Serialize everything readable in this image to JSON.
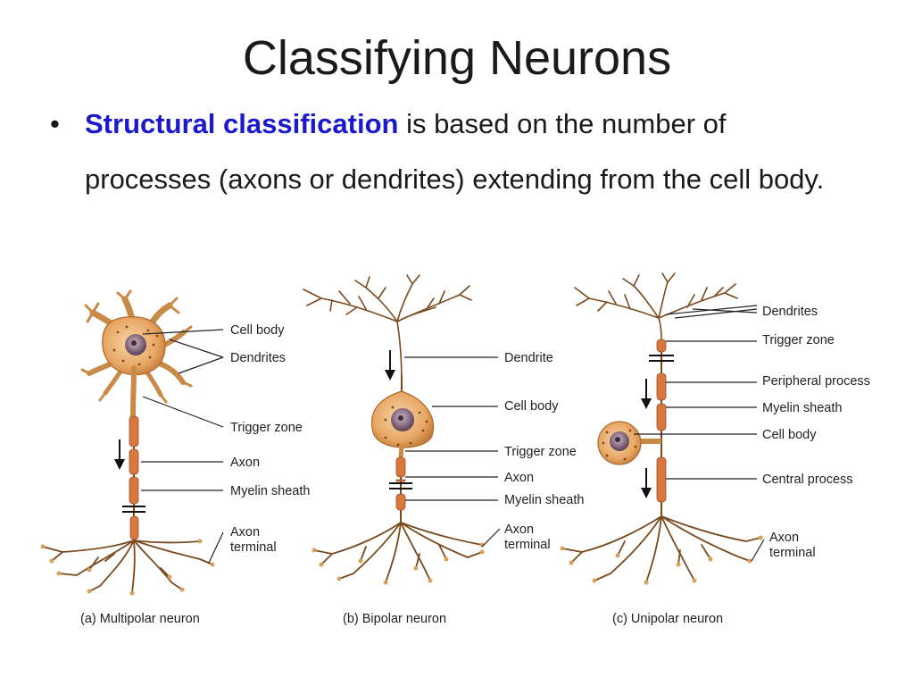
{
  "title": "Classifying Neurons",
  "bullet": {
    "symbol": "•",
    "highlight": "Structural classification",
    "text": " is based on the number of processes (axons or dendrites) extending from the cell body."
  },
  "figure": {
    "multipolar": {
      "caption": "(a) Multipolar neuron",
      "labels": {
        "cell_body": "Cell body",
        "dendrites": "Dendrites",
        "trigger_zone": "Trigger zone",
        "axon": "Axon",
        "myelin_sheath": "Myelin sheath",
        "axon_terminal_1": "Axon",
        "axon_terminal_2": "terminal"
      }
    },
    "bipolar": {
      "caption": "(b) Bipolar neuron",
      "labels": {
        "dendrite": "Dendrite",
        "cell_body": "Cell body",
        "trigger_zone": "Trigger zone",
        "axon": "Axon",
        "myelin_sheath": "Myelin sheath",
        "axon_terminal_1": "Axon",
        "axon_terminal_2": "terminal"
      }
    },
    "unipolar": {
      "caption": "(c) Unipolar neuron",
      "labels": {
        "dendrites": "Dendrites",
        "trigger_zone": "Trigger zone",
        "peripheral_process": "Peripheral process",
        "myelin_sheath": "Myelin sheath",
        "cell_body": "Cell body",
        "central_process": "Central process",
        "axon_terminal_1": "Axon",
        "axon_terminal_2": "terminal"
      }
    }
  },
  "colors": {
    "text": "#1a1a1a",
    "highlight": "#1a1acc",
    "neuron_fill": "#e8a764",
    "neuron_stroke": "#7a4a1e",
    "myelin": "#d9783e"
  }
}
